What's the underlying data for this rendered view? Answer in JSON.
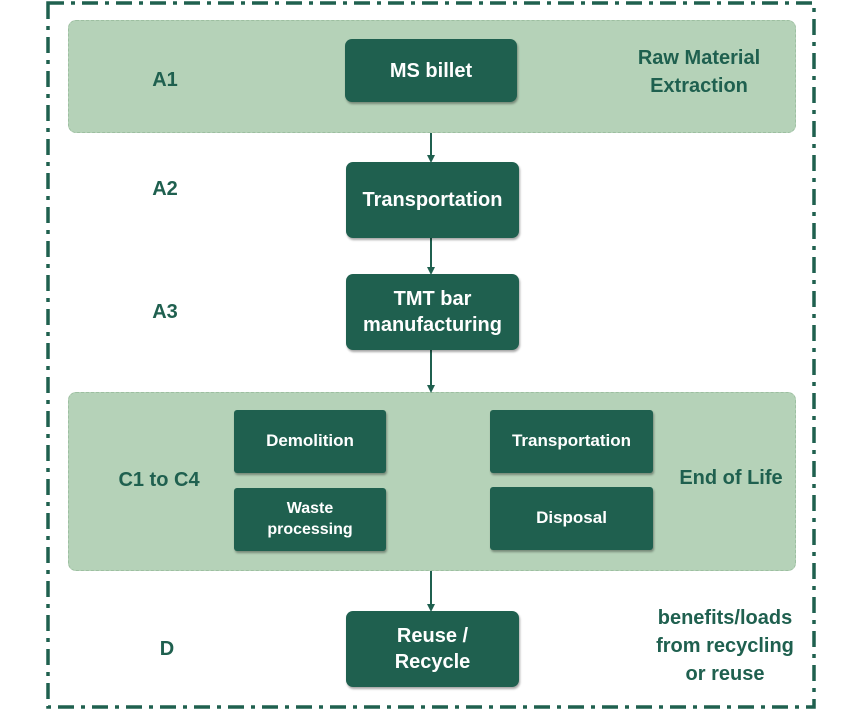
{
  "colors": {
    "band": "#b5d2b8",
    "box": "#1f604f",
    "text_dark": "#1f604f",
    "box_text": "#ffffff",
    "border": "#1f604f"
  },
  "stages": {
    "a1": {
      "code": "A1",
      "box": "MS billet",
      "description": "Raw Material\nExtraction"
    },
    "a2": {
      "code": "A2",
      "box": "Transportation"
    },
    "a3": {
      "code": "A3",
      "box": "TMT bar\nmanufacturing"
    },
    "c": {
      "code": "C1 to C4",
      "description": "End of Life",
      "boxes": {
        "demolition": "Demolition",
        "waste": "Waste\nprocessing",
        "transportation": "Transportation",
        "disposal": "Disposal"
      }
    },
    "d": {
      "code": "D",
      "box": "Reuse /\nRecycle",
      "description": "benefits/loads\nfrom recycling\nor reuse"
    }
  }
}
